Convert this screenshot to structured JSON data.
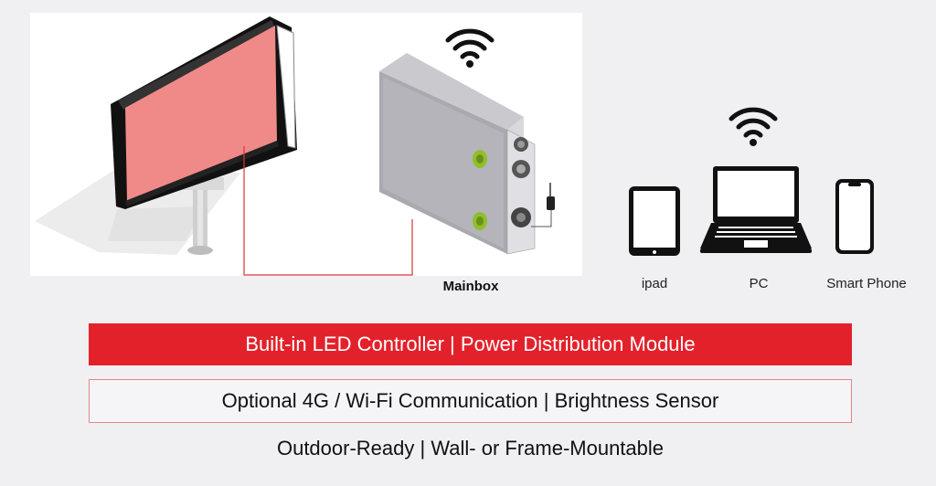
{
  "labels": {
    "mainbox": "Mainbox",
    "ipad": "ipad",
    "pc": "PC",
    "smart_phone": "Smart Phone"
  },
  "banners": {
    "primary": "Built-in LED Controller | Power Distribution Module",
    "secondary": "Optional 4G / Wi-Fi Communication | Brightness Sensor",
    "footer": "Outdoor-Ready | Wall- or Frame-Mountable"
  },
  "colors": {
    "accent_red": "#e3212a",
    "screen_pink": "#f08a88",
    "background": "#f0eff2"
  },
  "icons": [
    "wifi-icon",
    "tablet-icon",
    "laptop-icon",
    "smartphone-icon",
    "billboard-icon",
    "mainbox-icon"
  ]
}
